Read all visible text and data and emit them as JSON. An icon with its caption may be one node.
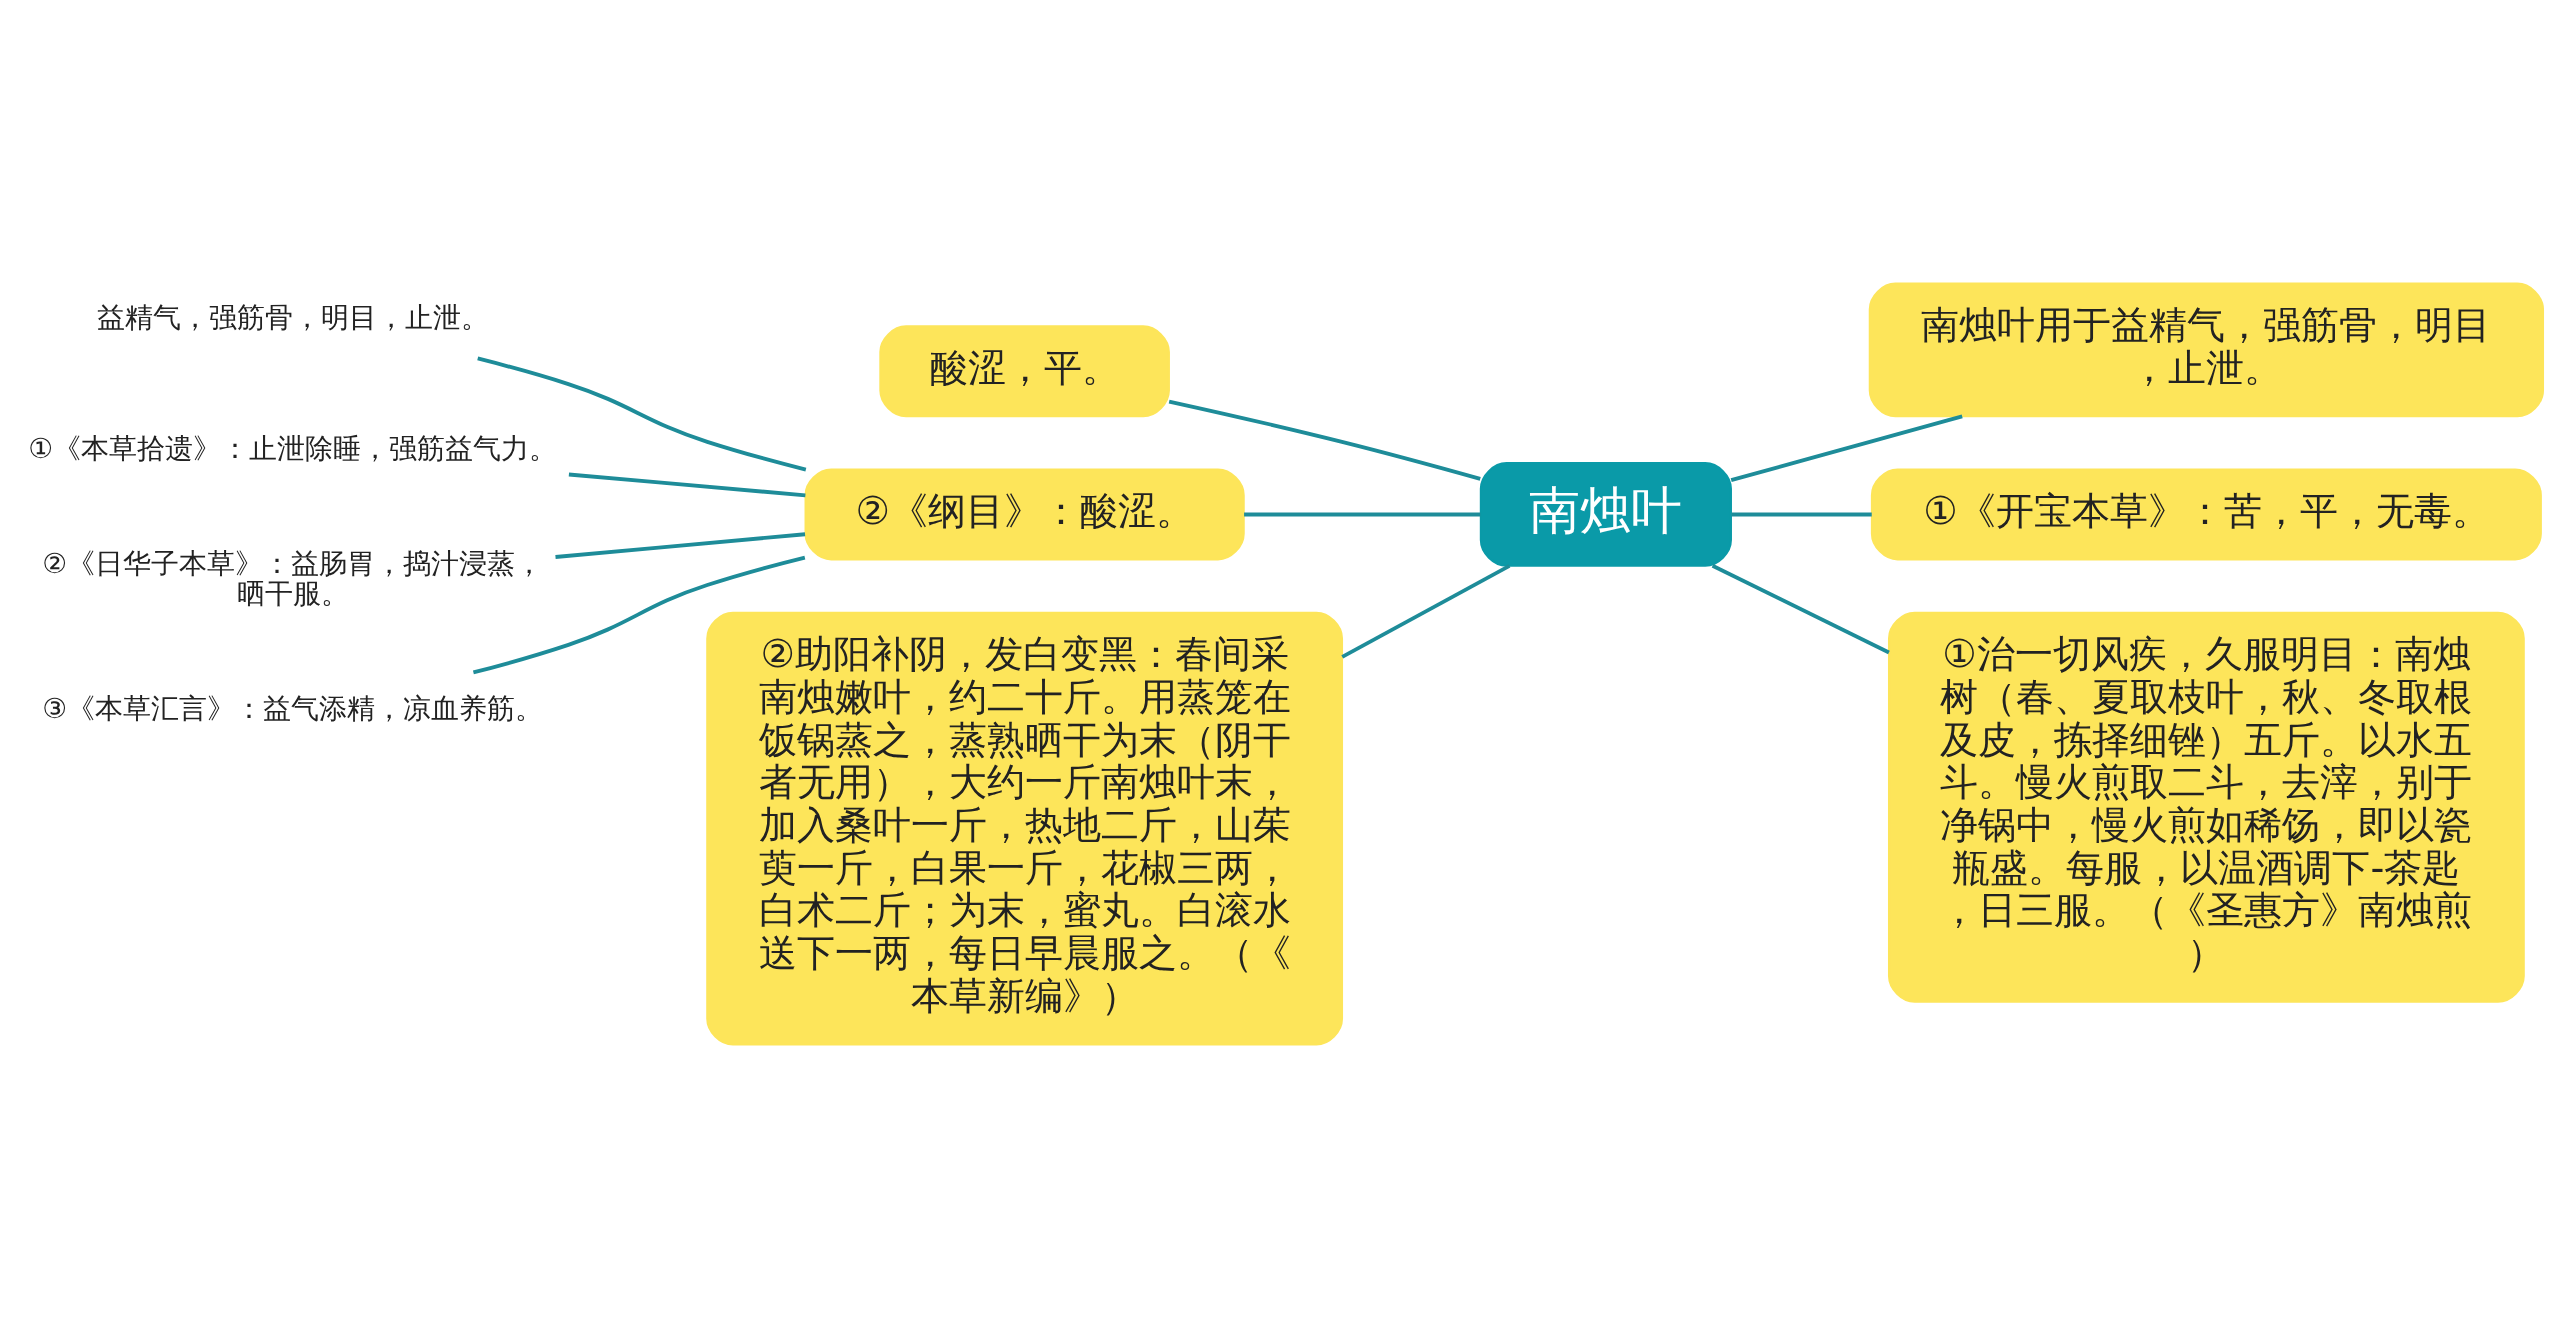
{
  "diagram": {
    "nodes": [
      {
        "text": [
          "南烛叶"
        ]
      },
      {
        "text": [
          "酸涩，平。"
        ]
      },
      {
        "text": [
          "南烛叶用于益精气，强筋骨，明目，止泄。"
        ]
      },
      {
        "text": [
          "②《纲目》：酸涩。"
        ]
      },
      {
        "text": [
          "益精气，强筋骨，明目，止泄。"
        ]
      },
      {
        "text": [
          "①《本草拾遗》：止泄除睡，强筋益气力。"
        ]
      },
      {
        "text": [
          "②《日华子本草》：益肠胃，捣汁浸蒸，晒干服。"
        ]
      },
      {
        "text": [
          "③《本草汇言》：益气添精，凉血养筋。"
        ]
      },
      {
        "text": [
          "①《开宝本草》：苦，平，无毒。"
        ]
      },
      {
        "text": [
          "①治一切风疾，久服明目：南烛树（春、夏取枝叶，秋、冬取根及皮，拣择细锉）五斤。以水五斗。慢火煎取二斗，去滓，别于净锅中，慢火煎如稀饧，即以瓷瓶盛。每服，以温酒调下-茶匙，日三服。（《圣惠方》南烛煎）"
        ]
      },
      {
        "text": [
          "②助阳补阴，发白变黑：春间采南烛嫩叶，约二十斤。用蒸笼在饭锅蒸之，蒸熟晒干为末（阴干者无用），大约一斤南烛叶末，加入桑叶一斤，热地二斤，山茱萸一斤，白果一斤，花椒三两，白术二斤；为末，蜜丸。白滚水送下一两，每日早晨服之。（《本草新编》）"
        ]
      }
    ],
    "edges": [
      {
        "from": 0,
        "to": 1,
        "arrow": "none"
      },
      {
        "from": 0,
        "to": 2,
        "arrow": "none"
      },
      {
        "from": 0,
        "to": 3,
        "arrow": "none"
      },
      {
        "from": 3,
        "to": 4,
        "arrow": "none"
      },
      {
        "from": 3,
        "to": 5,
        "arrow": "none"
      },
      {
        "from": 3,
        "to": 6,
        "arrow": "none"
      },
      {
        "from": 3,
        "to": 7,
        "arrow": "none"
      },
      {
        "from": 0,
        "to": 8,
        "arrow": "none"
      },
      {
        "from": 0,
        "to": 9,
        "arrow": "none"
      },
      {
        "from": 0,
        "to": 10,
        "arrow": "none"
      }
    ]
  }
}
